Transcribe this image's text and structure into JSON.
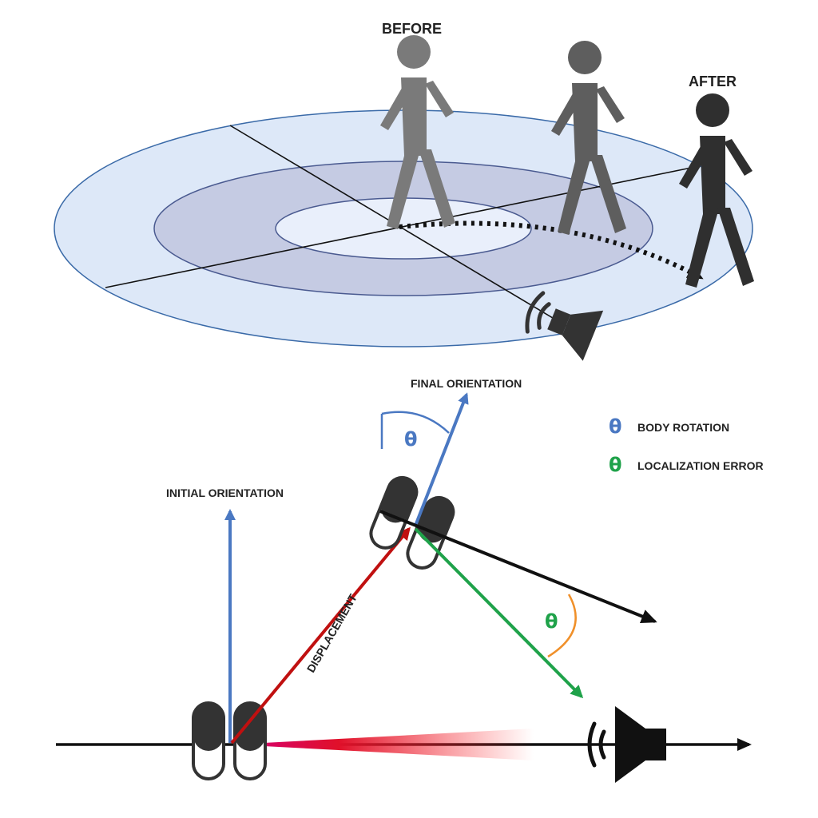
{
  "scene": {
    "before_label": "BEFORE",
    "after_label": "AFTER"
  },
  "diagram": {
    "final_orientation_label": "FINAL ORIENTATION",
    "initial_orientation_label": "INITIAL ORIENTATION",
    "displacement_label": "DISPLACEMENT",
    "theta_symbol": "θ"
  },
  "legend": {
    "items": [
      {
        "symbol": "θ",
        "label": "BODY ROTATION",
        "color": "#4a78c2"
      },
      {
        "symbol": "θ",
        "label": "LOCALIZATION ERROR",
        "color": "#1fa24a"
      }
    ]
  },
  "colors": {
    "body_rotation": "#4a78c2",
    "localization_error": "#1fa24a",
    "displacement": "#c01010",
    "error_arc": "#f0902a",
    "figure_before": "#7a7a7a",
    "figure_middle": "#5e5e5e",
    "figure_after": "#2f2f2f",
    "ellipse_outer": "#dde8f8",
    "ellipse_middle": "#c5cbe3",
    "ellipse_inner": "#e9effb"
  },
  "icons": [
    "person-walking-icon",
    "speaker-icon",
    "footprints-icon"
  ]
}
